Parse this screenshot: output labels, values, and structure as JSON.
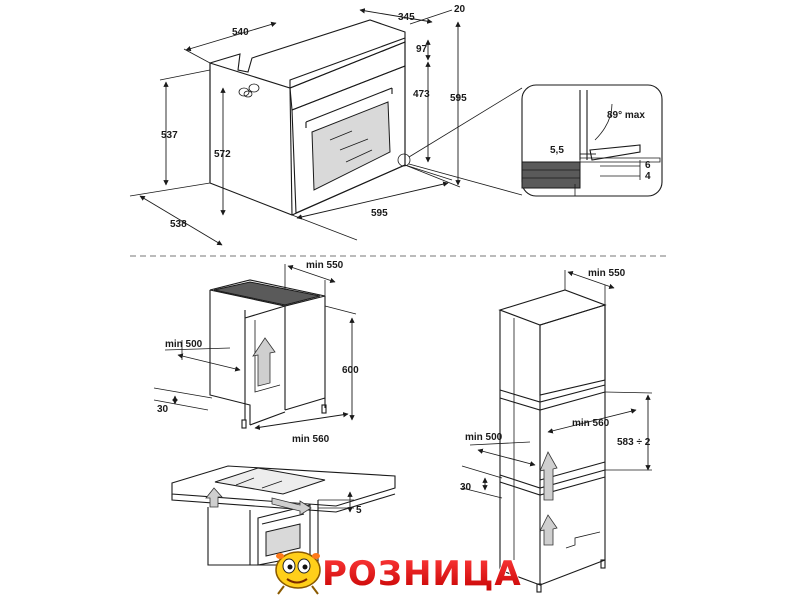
{
  "oven_dims": {
    "top_depth": "540",
    "top_side": "345",
    "top_gap": "20",
    "panel_height": "97",
    "door_height": "473",
    "total_height": "595",
    "body_height": "537",
    "inner_height": "572",
    "depth": "538",
    "width": "595"
  },
  "door_detail": {
    "angle": "89° max",
    "gap": "5,5",
    "h1": "6",
    "h2": "4"
  },
  "under_counter": {
    "depth": "min 550",
    "vent_depth": "min 500",
    "height": "600",
    "width": "min 560",
    "gap": "30"
  },
  "tall_column": {
    "depth": "min 550",
    "width": "min 560",
    "height": "583 ÷ 2",
    "vent_depth": "min 500",
    "gap": "30"
  },
  "hob_section": {
    "offset": "5"
  },
  "logo": {
    "text": "РОЗНИЦА"
  }
}
